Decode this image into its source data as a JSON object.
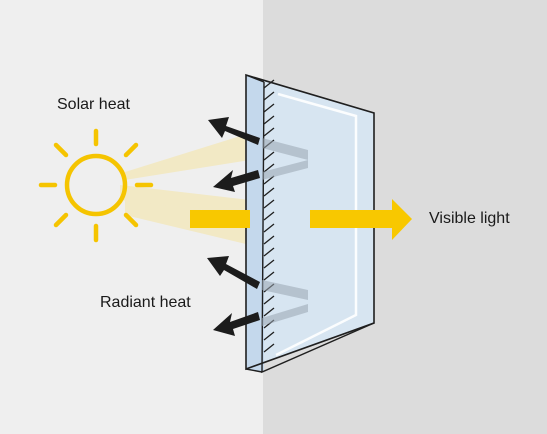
{
  "labels": {
    "solar_heat": "Solar heat",
    "radiant_heat": "Radiant heat",
    "visible_light": "Visible light"
  },
  "colors": {
    "left_background": "#efefef",
    "right_background": "#dcdcdc",
    "sun": "#f5c400",
    "glass_fill": "#d6e6f4",
    "glass_edge": "#1f1f1f",
    "heat_arrow": "#1c1c1c",
    "light_arrow": "#f8c800",
    "ray_beam": "#f3e7b8"
  },
  "icons": [
    "sun-icon",
    "glass-pane-icon",
    "heat-arrow-icon",
    "light-arrow-icon"
  ]
}
